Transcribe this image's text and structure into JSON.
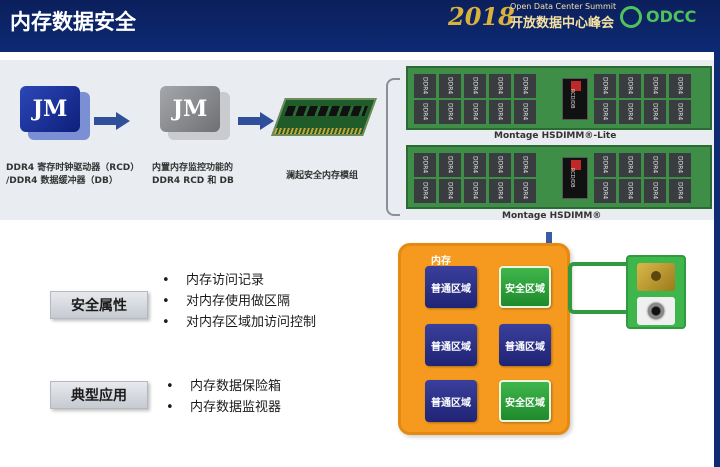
{
  "header": {
    "title": "内存数据安全",
    "logo_year": "2018",
    "summit_en": "Open Data Center Summit",
    "summit_cn": "开放数据中心峰会",
    "brand": "ODCC"
  },
  "flow": {
    "step1_caption_line1": "DDR4 寄存时钟驱动器（RCD）",
    "step1_caption_line2": "/DDR4 数据缓冲器（DB）",
    "step2_caption_line1": "内置内存监控功能的",
    "step2_caption_line2": "DDR4 RCD 和 DB",
    "step3_caption": "澜起安全内存模组"
  },
  "modules": [
    {
      "name": "Montage HSDIMM®-Lite",
      "controller": "RCD/DB"
    },
    {
      "name": "Montage HSDIMM®",
      "controller": "RCD/DB"
    }
  ],
  "ddr_label": "DDR4",
  "security": {
    "label": "安全属性",
    "items": [
      "内存访问记录",
      "对内存使用做区隔",
      "对内存区域加访问控制"
    ]
  },
  "applications": {
    "label": "典型应用",
    "items": [
      "内存数据保险箱",
      "内存数据监视器"
    ]
  },
  "memory": {
    "label": "内存",
    "zones": [
      {
        "text": "普通区域",
        "type": "normal"
      },
      {
        "text": "安全区域",
        "type": "secure"
      },
      {
        "text": "普通区域",
        "type": "normal"
      },
      {
        "text": "普通区域",
        "type": "normal"
      },
      {
        "text": "普通区域",
        "type": "normal"
      },
      {
        "text": "安全区域",
        "type": "secure"
      }
    ]
  },
  "colors": {
    "header_bg": "#0d2a73",
    "accent_orange": "#f59a1e",
    "secure_green": "#3fb64b",
    "normal_blue": "#2a2f8a"
  }
}
